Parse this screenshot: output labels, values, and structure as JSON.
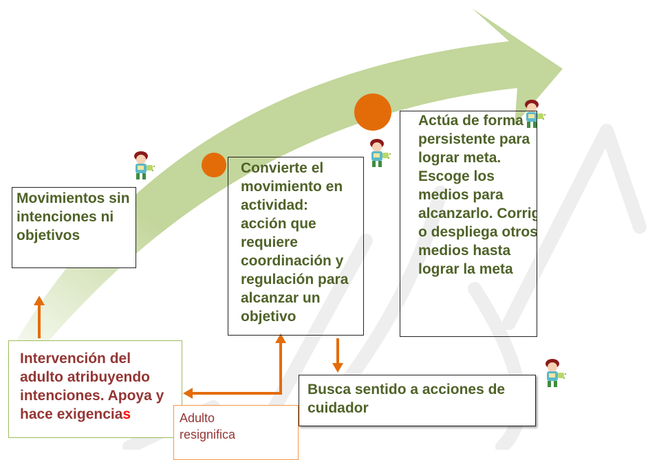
{
  "stages": {
    "stage1": "Movimientos sin intenciones ni objetivos",
    "stage2": "Convierte el movimiento en actividad: acción que requiere coordinación y regulación para alcanzar un objetivo",
    "stage3": "Actúa de forma persistente para lograr meta.  Escoge los medios para alcanzarlo. Corrige o despliega otros medios hasta lograr la meta",
    "stage4": "Busca sentido a acciones de cuidador"
  },
  "adult": {
    "main": "Intervención del adulto atribuyendo intenciones. Apoya y hace exigencia",
    "last_letter": "s",
    "resignify": "Adulto resignifica"
  },
  "watermark": "NICA",
  "colors": {
    "arrow_green": "#c3d69b",
    "dot_orange": "#e36c09",
    "connector_orange": "#e46c0a",
    "text_green": "#4f6228",
    "text_red": "#943634",
    "accent_red": "#ff0000",
    "box_green_border": "#9bbb59",
    "box_orange_border": "#f79646"
  },
  "icons": [
    "child-figure-icon"
  ]
}
